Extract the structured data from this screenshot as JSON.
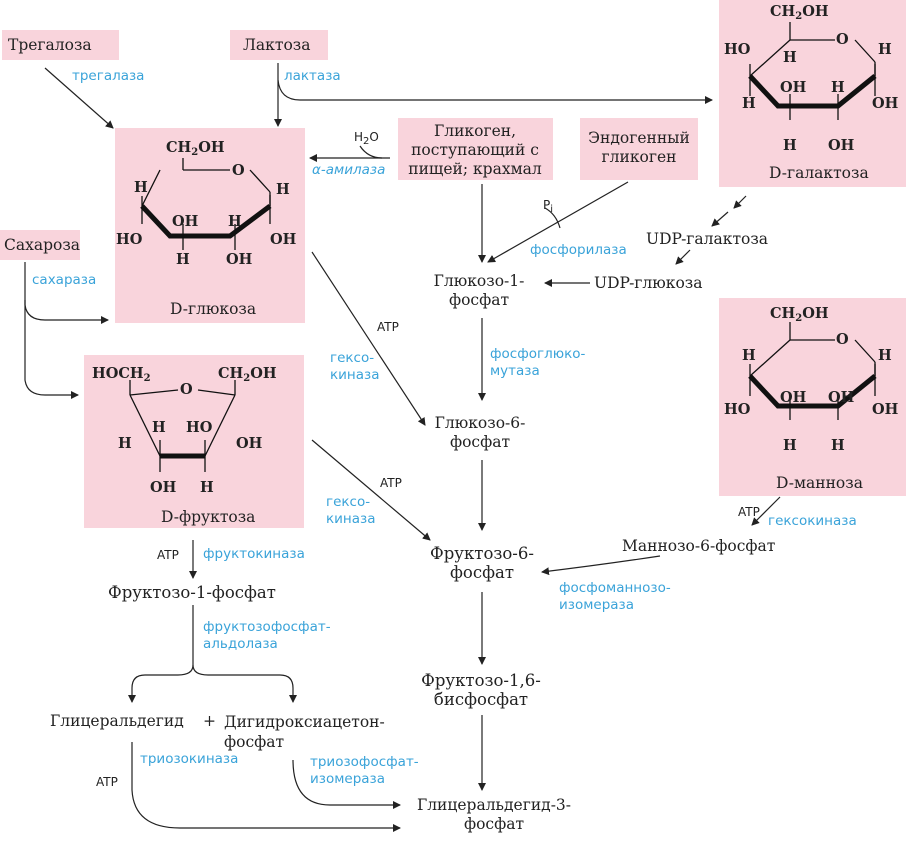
{
  "colors": {
    "highlight": "#f9d4dc",
    "enzyme": "#3aa3d9",
    "text": "#222222"
  },
  "sources": {
    "trehalose": "Трегалоза",
    "lactose": "Лактоза",
    "sucrose": "Сахароза",
    "dietary_glycogen": "Гликоген, поступающий с пищей; крахмал",
    "endogenous_glycogen": "Эндогенный гликоген"
  },
  "enzymes": {
    "trehalase": "трегалаза",
    "lactase": "лактаза",
    "alpha_amylase": "α-амилаза",
    "sucrase": "сахараза",
    "phosphorylase": "фосфорилаза",
    "phosphoglucomutase": "фосфоглюко-мутаза",
    "hexokinase_1": "гексо-киназа",
    "hexokinase_2": "гексо-киназа",
    "hexokinase_3": "гексокиназа",
    "fructokinase": "фруктокиназа",
    "fructose_phosphate_aldolase": "фруктозофосфат-альдолаза",
    "phosphomannose_isomerase": "фосфоманнозо-изомераза",
    "triose_kinase": "триозокиназа",
    "triose_phosphate_isomerase": "триозофосфат-изомераза"
  },
  "cofactors": {
    "water": "H2O",
    "pi": "Pi",
    "atp": "ATP"
  },
  "sugars": {
    "glucose": "D-глюкоза",
    "fructose": "D-фруктоза",
    "galactose": "D-галактоза",
    "mannose": "D-манноза"
  },
  "intermediates": {
    "udp_galactose": "UDP-галактоза",
    "udp_glucose": "UDP-глюкоза",
    "glucose_1_phosphate": "Глюкозо-1-фосфат",
    "glucose_6_phosphate": "Глюкозо-6-фосфат",
    "fructose_6_phosphate": "Фруктозо-6-фосфат",
    "mannose_6_phosphate": "Маннозо-6-фосфат",
    "fructose_1_phosphate": "Фруктозо-1-фосфат",
    "fructose_1_6_bisphosphate": "Фруктозо-1,6-бисфосфат",
    "glyceraldehyde": "Глицеральдегид",
    "plus": "+",
    "dihydroxyacetone_phosphate": "Дигидроксиацетон-фосфат",
    "glyceraldehyde_3_phosphate": "Глицеральдегид-3-фосфат"
  },
  "ring_labels": {
    "ch2oh": "CH2OH",
    "hoch2": "HOCH2",
    "o": "O",
    "oh": "OH",
    "ho": "HO",
    "h": "H"
  }
}
